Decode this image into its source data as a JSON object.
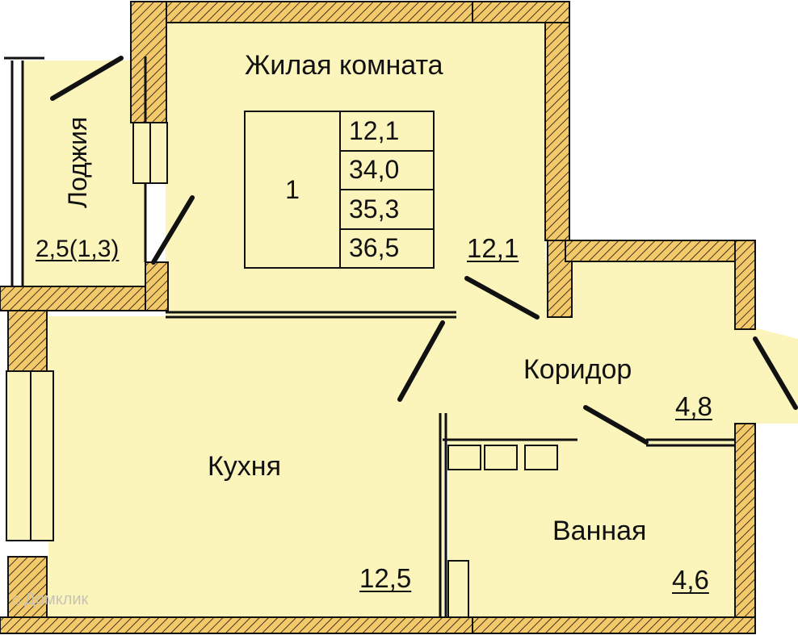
{
  "plan": {
    "colors": {
      "floor": "#fbf5bc",
      "wall_fill": "#f4c96a",
      "wall_stroke": "#111111",
      "background": "#ffffff"
    },
    "rooms": {
      "living_room": {
        "name": "Жилая комната",
        "area": "12,1"
      },
      "loggia": {
        "name": "Лоджия",
        "area": "2,5(1,3)"
      },
      "kitchen": {
        "name": "Кухня",
        "area": "12,5"
      },
      "corridor": {
        "name": "Коридор",
        "area": "4,8"
      },
      "bathroom": {
        "name": "Ванная",
        "area": "4,6"
      }
    },
    "legend": {
      "rooms_count": "1",
      "values": [
        "12,1",
        "34,0",
        "35,3",
        "36,5"
      ]
    },
    "watermark": {
      "icon": "home-icon",
      "text": "Домклик"
    }
  }
}
